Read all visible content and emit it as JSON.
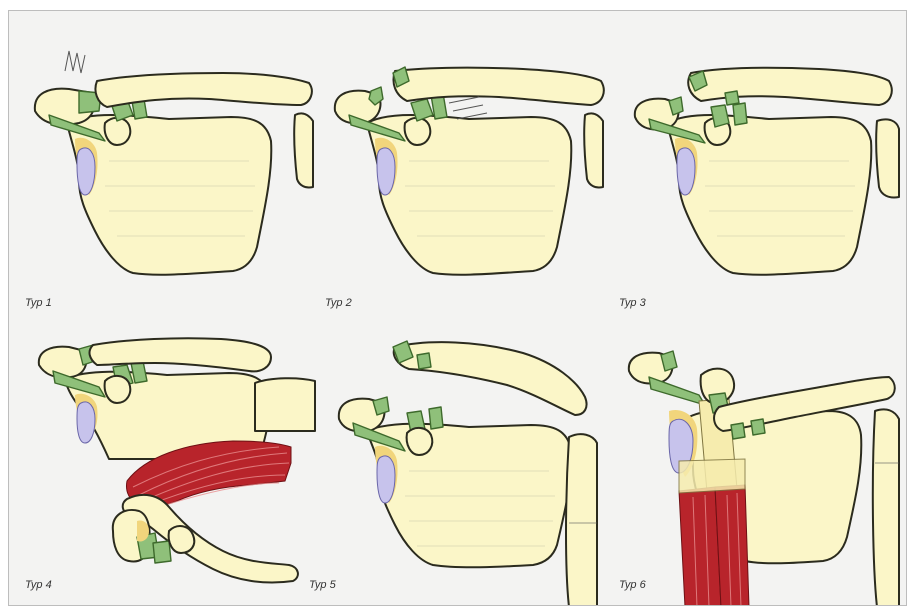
{
  "figure": {
    "panels": [
      {
        "id": "typ1",
        "label": "Typ 1"
      },
      {
        "id": "typ2",
        "label": "Typ 2"
      },
      {
        "id": "typ3",
        "label": "Typ 3"
      },
      {
        "id": "typ4",
        "label": "Typ 4"
      },
      {
        "id": "typ5",
        "label": "Typ 5"
      },
      {
        "id": "typ6",
        "label": "Typ 6"
      }
    ]
  },
  "colors": {
    "bone": "#fbf6c8",
    "ligament": "#8fc07a",
    "cartilage": "#f1d57c",
    "glenoid": "#c7c3ec",
    "muscle": "#b8242b",
    "background": "#f3f3f2"
  }
}
